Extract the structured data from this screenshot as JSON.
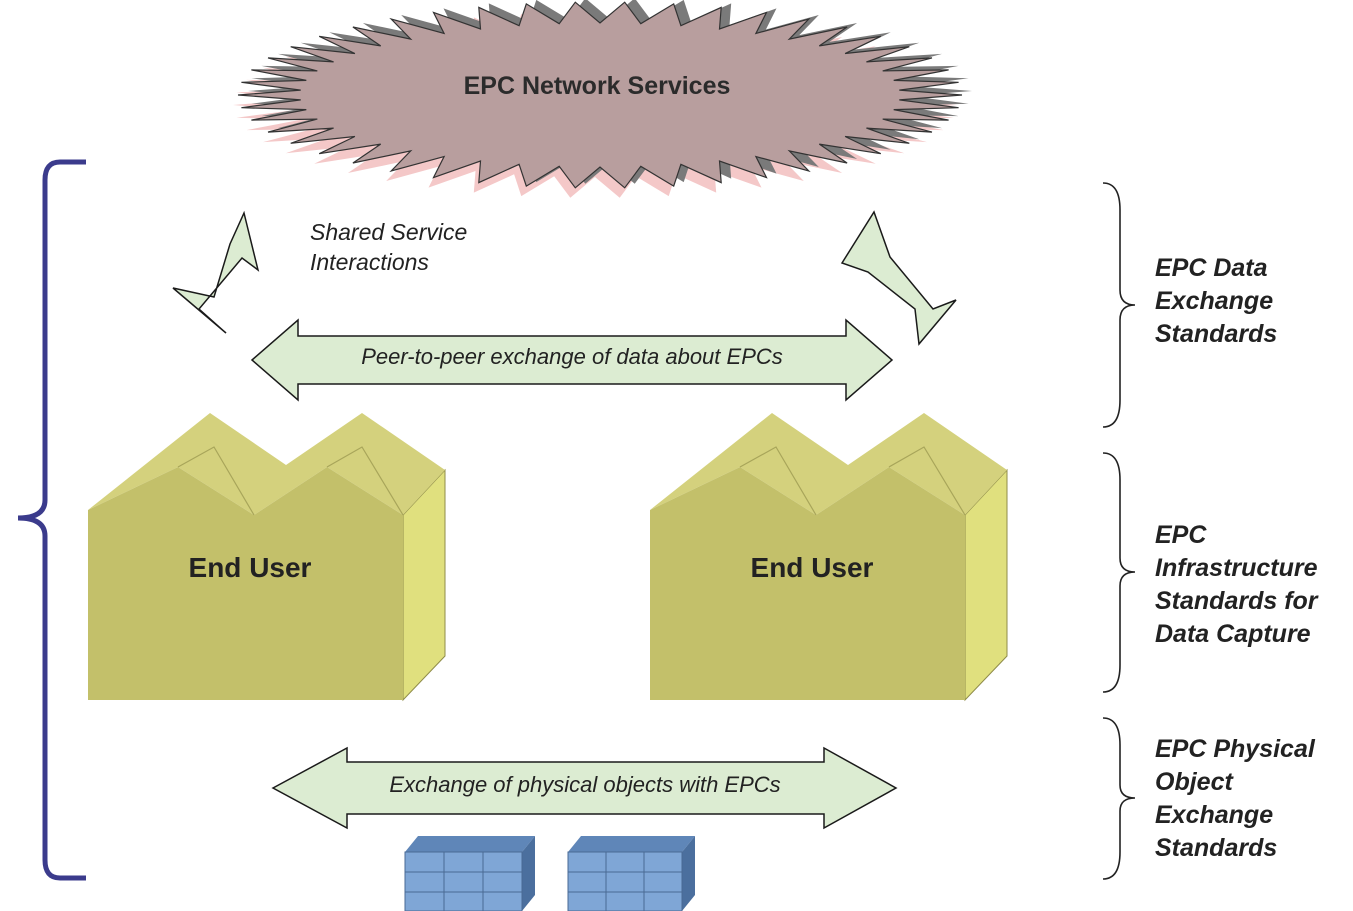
{
  "diagram": {
    "network_services": {
      "label": "EPC Network Services"
    },
    "shared_service_interactions": {
      "line1": "Shared Service",
      "line2": "Interactions"
    },
    "peer_to_peer": {
      "label": "Peer-to-peer exchange of data about EPCs"
    },
    "physical_exchange": {
      "label": "Exchange of physical objects with EPCs"
    },
    "end_user_left": {
      "label": "End User"
    },
    "end_user_right": {
      "label": "End User"
    },
    "layers": {
      "data_exchange": {
        "lines": [
          "EPC Data",
          "Exchange",
          "Standards"
        ]
      },
      "infrastructure": {
        "lines": [
          "EPC",
          "Infrastructure",
          "Standards for",
          "Data Capture"
        ]
      },
      "physical_object": {
        "lines": [
          "EPC Physical",
          "Object",
          "Exchange",
          "Standards"
        ]
      }
    },
    "colors": {
      "cloud_fill": "#b89e9e",
      "cloud_shadow": "#7a7a7a",
      "cloud_glow": "#f4c8c8",
      "arrow_fill": "#dcecd2",
      "factory_front": "#c3c06a",
      "factory_roof": "#d4d17d",
      "factory_side": "#e0e07e",
      "box_fill": "#7fa6d6",
      "bracket": "#3b3b8c"
    }
  }
}
